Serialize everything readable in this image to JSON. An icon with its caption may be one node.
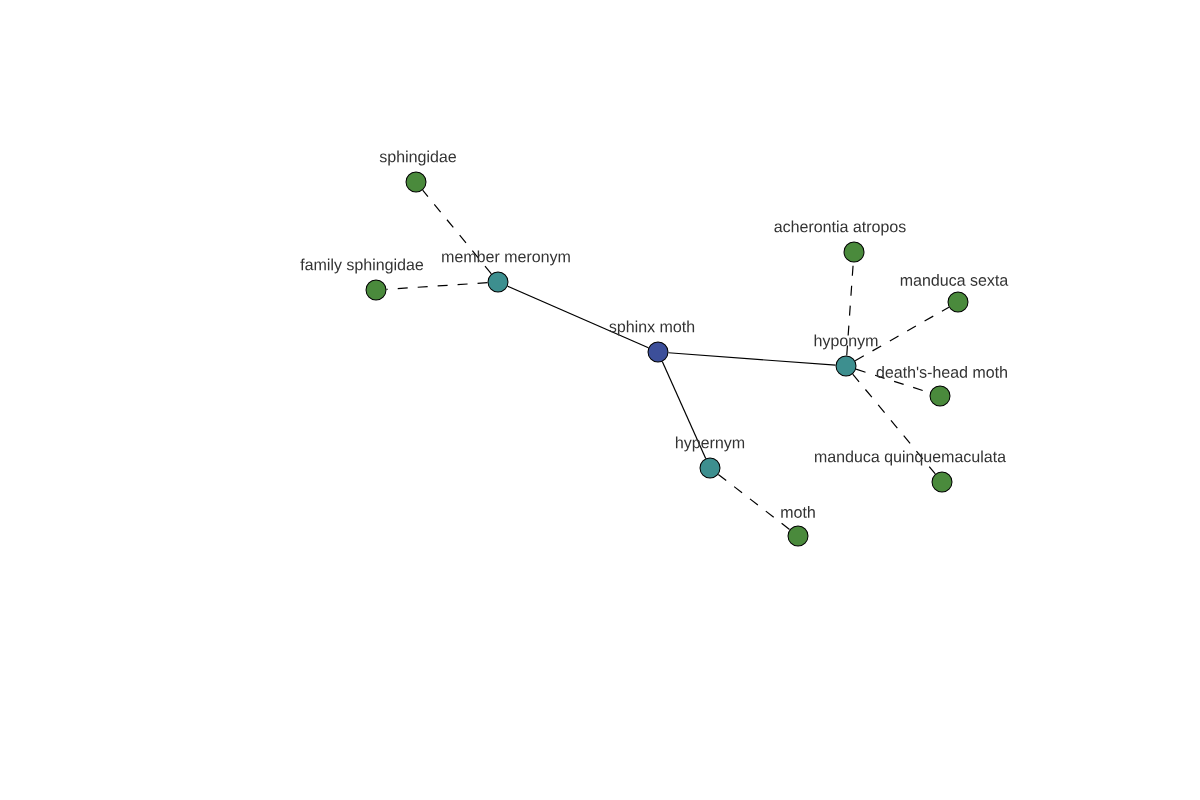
{
  "diagram": {
    "nodes": [
      {
        "text": [
          "sphinx moth"
        ]
      },
      {
        "text": [
          "member meronym"
        ]
      },
      {
        "text": [
          "hyponym"
        ]
      },
      {
        "text": [
          "hypernym"
        ]
      },
      {
        "text": [
          "sphingidae"
        ]
      },
      {
        "text": [
          "family sphingidae"
        ]
      },
      {
        "text": [
          "acherontia atropos"
        ]
      },
      {
        "text": [
          "manduca sexta"
        ]
      },
      {
        "text": [
          "death's-head moth"
        ]
      },
      {
        "text": [
          "manduca quinquemaculata"
        ]
      },
      {
        "text": [
          "moth"
        ]
      }
    ],
    "edges": [
      {
        "from": 0,
        "to": 1,
        "arrow": "none"
      },
      {
        "from": 0,
        "to": 2,
        "arrow": "none"
      },
      {
        "from": 0,
        "to": 3,
        "arrow": "none"
      },
      {
        "from": 1,
        "to": 4,
        "arrow": "none",
        "style": "dashed"
      },
      {
        "from": 1,
        "to": 5,
        "arrow": "none",
        "style": "dashed"
      },
      {
        "from": 2,
        "to": 6,
        "arrow": "none",
        "style": "dashed"
      },
      {
        "from": 2,
        "to": 7,
        "arrow": "none",
        "style": "dashed"
      },
      {
        "from": 2,
        "to": 8,
        "arrow": "none",
        "style": "dashed"
      },
      {
        "from": 2,
        "to": 9,
        "arrow": "none",
        "style": "dashed"
      },
      {
        "from": 3,
        "to": 10,
        "arrow": "none",
        "style": "dashed"
      }
    ]
  }
}
